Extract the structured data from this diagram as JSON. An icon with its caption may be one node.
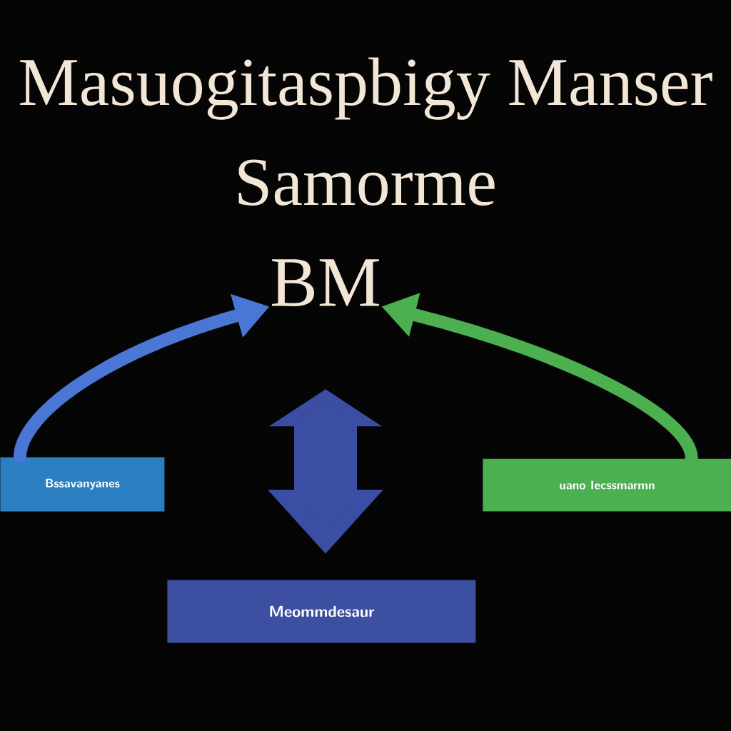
{
  "diagram": {
    "title": "Masuogitaspbigy Manser Samorme",
    "nodes": [
      {
        "text": [
          "BM"
        ]
      },
      {
        "text": [
          "Bssavanyanes"
        ]
      },
      {
        "text": [
          "uano Iecssmarmn"
        ]
      },
      {
        "text": [
          "Meommdesaur"
        ]
      }
    ],
    "edges": [
      {
        "from": 1,
        "to": 0,
        "arrow": "to",
        "color": "#4a76d6"
      },
      {
        "from": 2,
        "to": 0,
        "arrow": "to",
        "color": "#4caf50"
      },
      {
        "from": 0,
        "to": 3,
        "arrow": "both",
        "style": "thick",
        "color": "#3c4ea3"
      }
    ]
  }
}
